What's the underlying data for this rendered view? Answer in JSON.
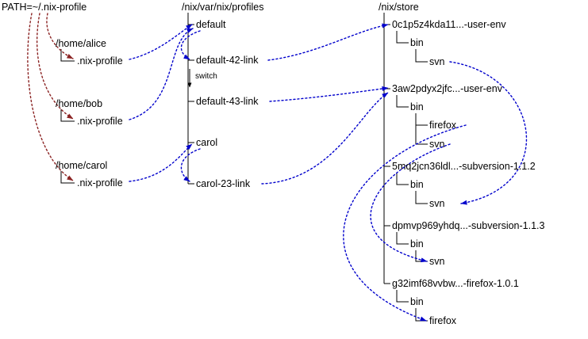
{
  "colors": {
    "symlink_arrow_blue": "#0000cc",
    "path_lookup_arrow_red": "#8b2323",
    "tree_line": "#000000",
    "text": "#000000",
    "background": "#ffffff"
  },
  "path_var": {
    "label": "PATH=~/.nix-profile"
  },
  "homes": [
    {
      "dir": "/home/alice",
      "profile_link": ".nix-profile"
    },
    {
      "dir": "/home/bob",
      "profile_link": ".nix-profile"
    },
    {
      "dir": "/home/carol",
      "profile_link": ".nix-profile"
    }
  ],
  "profiles": {
    "header": "/nix/var/nix/profiles",
    "items": [
      {
        "label": "default"
      },
      {
        "label": "default-42-link"
      },
      {
        "label": "default-43-link"
      },
      {
        "label": "carol"
      },
      {
        "label": "carol-23-link"
      }
    ],
    "switch_label": "switch"
  },
  "store": {
    "header": "/nix/store",
    "entries": [
      {
        "name": "0c1p5z4kda11...-user-env",
        "bin_label": "bin",
        "binaries": [
          "svn"
        ]
      },
      {
        "name": "3aw2pdyx2jfc...-user-env",
        "bin_label": "bin",
        "binaries": [
          "firefox",
          "svn"
        ]
      },
      {
        "name": "5mq2jcn36ldl...-subversion-1.1.2",
        "bin_label": "bin",
        "binaries": [
          "svn"
        ]
      },
      {
        "name": "dpmvp969yhdq...-subversion-1.1.3",
        "bin_label": "bin",
        "binaries": [
          "svn"
        ]
      },
      {
        "name": "g32imf68vvbw...-firefox-1.0.1",
        "bin_label": "bin",
        "binaries": [
          "firefox"
        ]
      }
    ]
  },
  "symlinks": [
    {
      "from": "/home/alice/.nix-profile",
      "to": "/nix/var/nix/profiles/default"
    },
    {
      "from": "/home/bob/.nix-profile",
      "to": "/nix/var/nix/profiles/default"
    },
    {
      "from": "/home/carol/.nix-profile",
      "to": "/nix/var/nix/profiles/carol"
    },
    {
      "from": "default",
      "to": "default-42-link",
      "note": "switch moves it to default-43-link"
    },
    {
      "from": "carol",
      "to": "carol-23-link"
    },
    {
      "from": "default-42-link",
      "to": "/nix/store/0c1p5z4kda11...-user-env"
    },
    {
      "from": "default-43-link",
      "to": "/nix/store/3aw2pdyx2jfc...-user-env"
    },
    {
      "from": "carol-23-link",
      "to": "/nix/store/3aw2pdyx2jfc...-user-env"
    },
    {
      "from": "0c1p5z4kda11...-user-env/bin/svn",
      "to": "5mq2jcn36ldl...-subversion-1.1.2/bin/svn"
    },
    {
      "from": "3aw2pdyx2jfc...-user-env/bin/svn",
      "to": "dpmvp969yhdq...-subversion-1.1.3/bin/svn"
    },
    {
      "from": "3aw2pdyx2jfc...-user-env/bin/firefox",
      "to": "g32imf68vvbw...-firefox-1.0.1/bin/firefox"
    }
  ]
}
